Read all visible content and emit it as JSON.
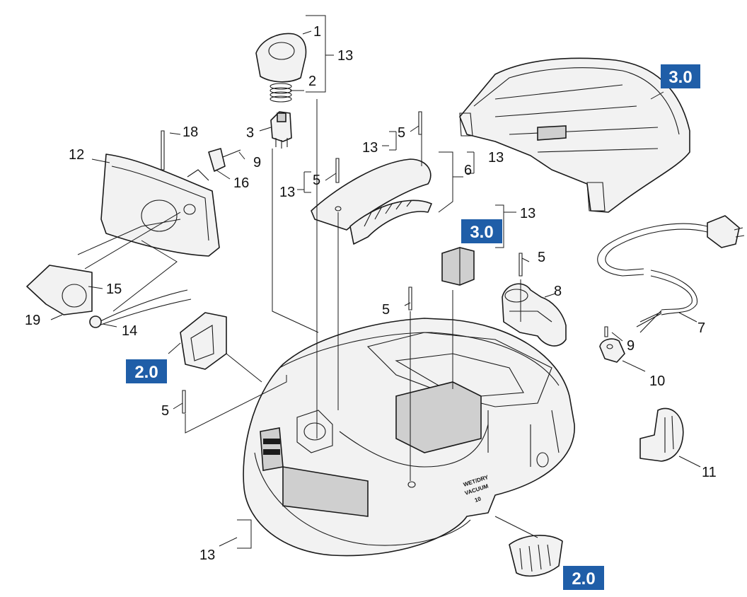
{
  "callouts": {
    "c1": "1",
    "c2": "2",
    "c3": "3",
    "c5a": "5",
    "c5b": "5",
    "c5c": "5",
    "c5d": "5",
    "c5e": "5",
    "c6": "6",
    "c7": "7",
    "c8": "8",
    "c9a": "9",
    "c9b": "9",
    "c10": "10",
    "c11": "11",
    "c12": "12",
    "c13a": "13",
    "c13b": "13",
    "c13c": "13",
    "c13d": "13",
    "c13e": "13",
    "c13f": "13",
    "c14": "14",
    "c15": "15",
    "c16": "16",
    "c18": "18",
    "c19": "19"
  },
  "badges": {
    "top_right": "3.0",
    "center": "3.0",
    "left": "2.0",
    "bottom": "2.0"
  },
  "housing_label": {
    "line1": "WET/DRY",
    "line2": "VACUUM",
    "line3": "10"
  },
  "colors": {
    "badge": "#1f5ea8",
    "part_fill": "#f2f2f2",
    "line": "#1a1a1a"
  }
}
